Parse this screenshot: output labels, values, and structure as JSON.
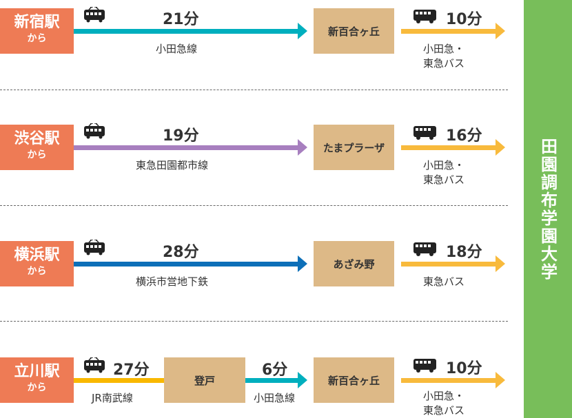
{
  "destination": "田園調布学園大学",
  "colors": {
    "origin": "#EE7B55",
    "station": "#DDB987",
    "odakyu": "#00AFBE",
    "toyoko": "#A77FBF",
    "subway": "#0D6FB8",
    "jr_nambu": "#F9B800",
    "bus": "#F8BA3C",
    "destination": "#78BE5A"
  },
  "routes": [
    {
      "origin": "新宿駅",
      "suffix": "から",
      "train_time": "21分",
      "train_line": "小田急線",
      "transfer": "新百合ヶ丘",
      "bus_time": "10分",
      "bus_line_1": "小田急・",
      "bus_line_2": "東急バス"
    },
    {
      "origin": "渋谷駅",
      "suffix": "から",
      "train_time": "19分",
      "train_line": "東急田園都市線",
      "transfer": "たまプラーザ",
      "bus_time": "16分",
      "bus_line_1": "小田急・",
      "bus_line_2": "東急バス"
    },
    {
      "origin": "横浜駅",
      "suffix": "から",
      "train_time": "28分",
      "train_line": "横浜市営地下鉄",
      "transfer": "あざみ野",
      "bus_time": "18分",
      "bus_line_1": "東急バス"
    },
    {
      "origin": "立川駅",
      "suffix": "から",
      "train_time": "27分",
      "train_line": "JR南武線",
      "transfer1": "登戸",
      "train2_time": "6分",
      "train2_line": "小田急線",
      "transfer": "新百合ヶ丘",
      "bus_time": "10分",
      "bus_line_1": "小田急・",
      "bus_line_2": "東急バス"
    }
  ]
}
